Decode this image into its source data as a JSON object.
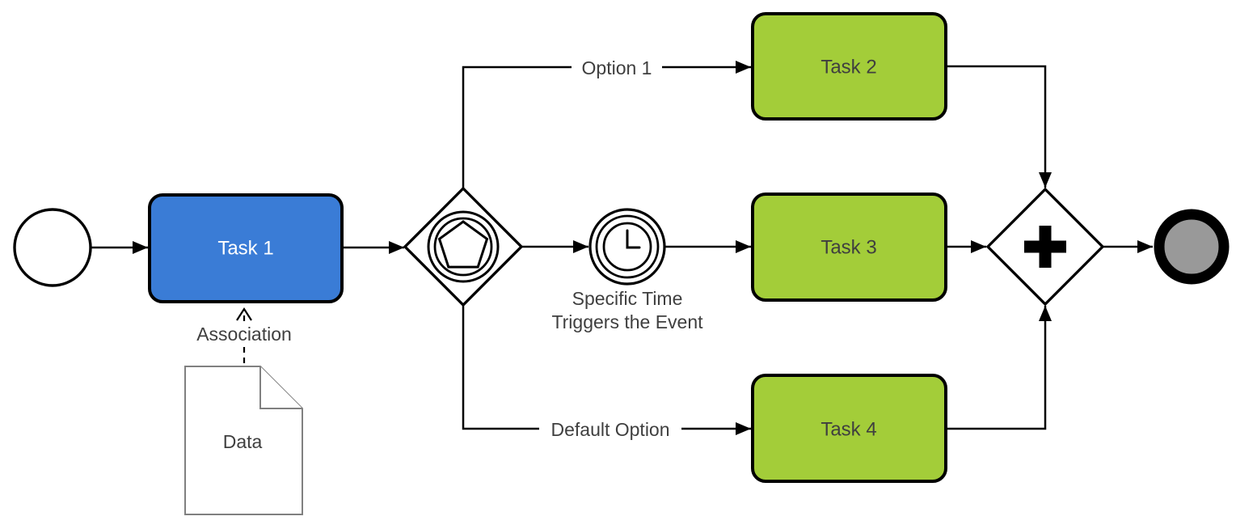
{
  "diagram": {
    "type": "bpmn-process",
    "nodes": {
      "start_event": {
        "kind": "start-event"
      },
      "task1": {
        "label": "Task 1"
      },
      "event_gateway": {
        "kind": "event-based-gateway"
      },
      "timer_event": {
        "kind": "timer-intermediate-event",
        "label_line1": "Specific Time",
        "label_line2": "Triggers the Event"
      },
      "task2": {
        "label": "Task 2"
      },
      "task3": {
        "label": "Task 3"
      },
      "task4": {
        "label": "Task 4"
      },
      "parallel_gateway": {
        "kind": "parallel-gateway"
      },
      "end_event": {
        "kind": "end-event"
      },
      "data_object": {
        "label": "Data"
      }
    },
    "edges": {
      "option1": {
        "label": "Option 1"
      },
      "default_option": {
        "label": "Default Option"
      },
      "association": {
        "label": "Association"
      }
    },
    "colors": {
      "task1_fill": "#3A7CD6",
      "task_green_fill": "#A3CD39",
      "end_event_fill": "#999999",
      "task1_text": "#FFFFFF",
      "label_text": "#3F3F3F",
      "stroke": "#000000"
    }
  }
}
